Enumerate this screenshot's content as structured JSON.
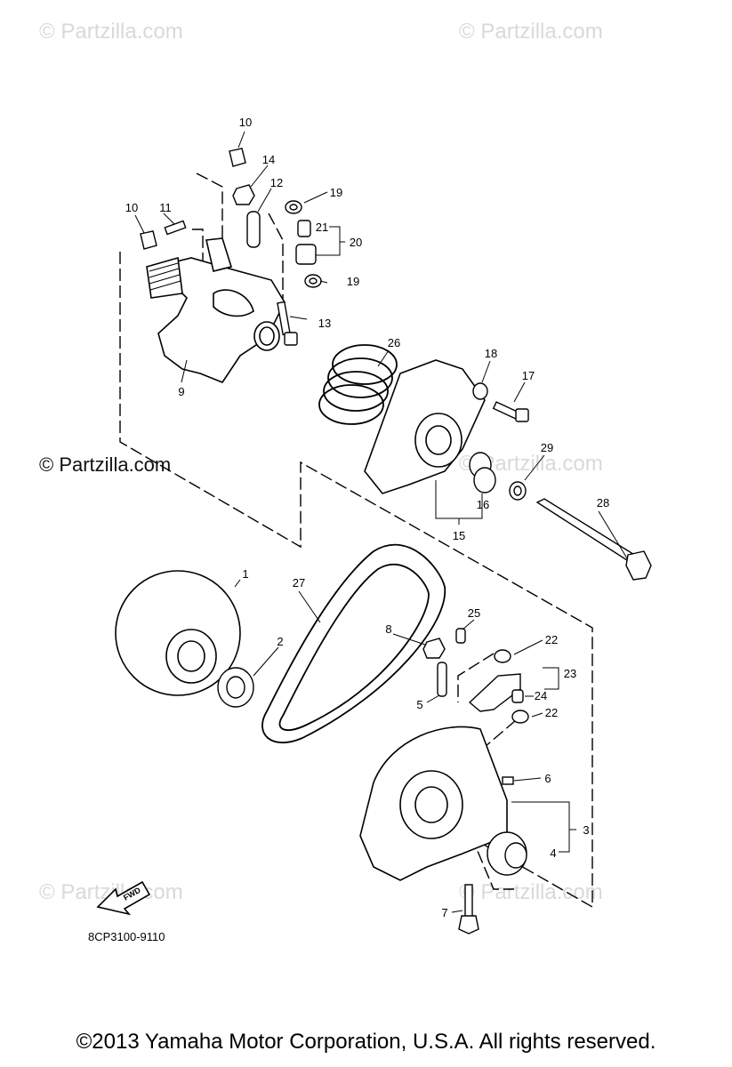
{
  "watermarks": {
    "top_left": "© Partzilla.com",
    "top_right": "© Partzilla.com",
    "mid_left": "© Partzilla.com",
    "mid_right": "© Partzilla.com",
    "bottom_left": "© Partzilla.com",
    "bottom_right": "© Partzilla.com"
  },
  "callouts": [
    "1",
    "2",
    "3",
    "4",
    "5",
    "6",
    "7",
    "8",
    "9",
    "10",
    "10",
    "11",
    "12",
    "13",
    "14",
    "15",
    "16",
    "17",
    "18",
    "19",
    "19",
    "20",
    "21",
    "22",
    "22",
    "23",
    "24",
    "25",
    "26",
    "27",
    "28",
    "29"
  ],
  "fwd_label": "FWD",
  "diagram_code": "8CP3100-9110",
  "copyright": "©2013 Yamaha Motor Corporation, U.S.A. All rights reserved."
}
